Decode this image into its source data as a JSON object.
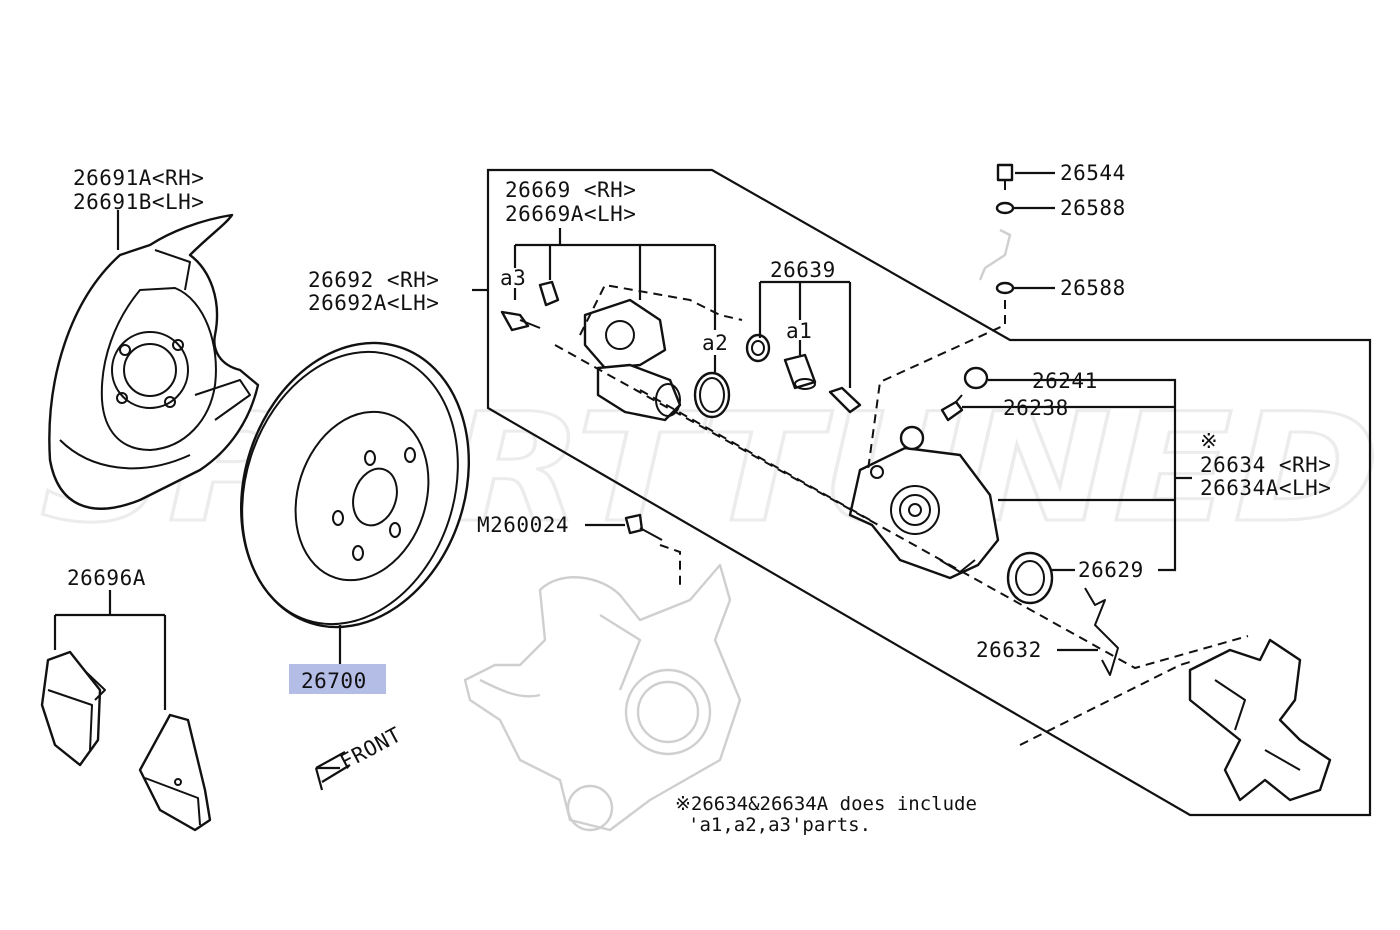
{
  "watermark": "SPORTTUNED",
  "labels": {
    "backing_plate_rh": "26691A<RH>",
    "backing_plate_lh": "26691B<LH>",
    "rotor_rh": "26692  <RH>",
    "rotor_lh": "26692A<LH>",
    "pad_kit": "26696A",
    "rotor_part": "26700",
    "front": "FRONT",
    "actuator_rh": "26669  <RH>",
    "actuator_lh": "26669A<LH>",
    "a3": "a3",
    "a2": "a2",
    "a1": "a1",
    "piston_kit": "26639",
    "bolt_26544": "26544",
    "washer_top": "26588",
    "washer_bottom": "26588",
    "cap_26241": "26241",
    "bleeder_26238": "26238",
    "asterisk": "※",
    "caliper_rh": "26634  <RH>",
    "caliper_lh": "26634A<LH>",
    "bolt_m260024": "M260024",
    "seal_26629": "26629",
    "spring_26632": "26632",
    "note_line1": "※26634&26634A does include",
    "note_line2": "'a1,a2,a3'parts."
  },
  "colors": {
    "highlight": "#b4bde6",
    "ghost_part": "#cfcfcf",
    "line": "#111111"
  }
}
